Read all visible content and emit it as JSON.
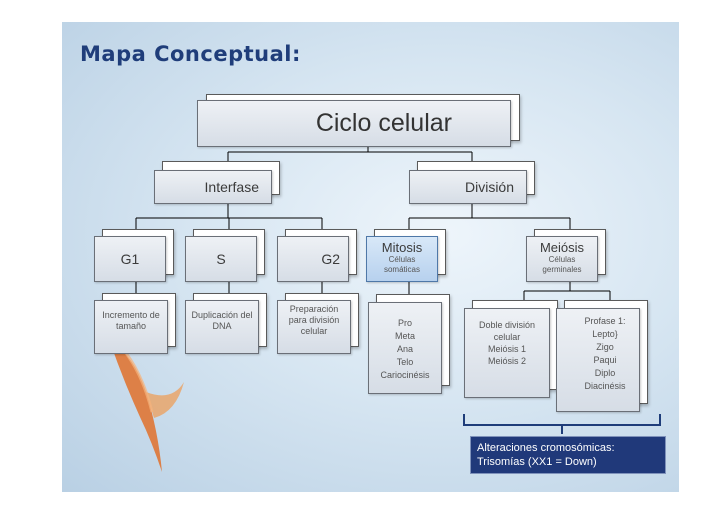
{
  "slide_title": "Mapa Conceptual:",
  "root": {
    "label": "Ciclo celular"
  },
  "interfase": {
    "label": "Interfase",
    "phases": [
      {
        "label": "G1",
        "detail": [
          "Incremento de",
          "tamaño"
        ]
      },
      {
        "label": "S",
        "detail": [
          "Duplicación del",
          "DNA"
        ]
      },
      {
        "label": "G2",
        "detail": [
          "Preparación",
          "para división",
          "celular"
        ]
      }
    ]
  },
  "division": {
    "label": "División",
    "mitosis": {
      "label": "Mitosis",
      "sub": [
        "Células",
        "somáticas"
      ],
      "stages": [
        "Pro",
        "Meta",
        "Ana",
        "Telo",
        "Cariocinésis"
      ]
    },
    "meiosis": {
      "label": "Meiósis",
      "sub": [
        "Células",
        "germinales"
      ],
      "detail": [
        "Doble división",
        "celular",
        "Meiósis 1",
        "Meiósis 2"
      ],
      "prophase": [
        "Profase 1:",
        "Lepto}",
        "Zigo",
        "Paqui",
        "Diplo",
        "Diacinésis"
      ]
    }
  },
  "callout": [
    "Alteraciones cromosómicas:",
    "Trisomías (XX1 = Down)"
  ],
  "colors": {
    "title": "#1f3d7a",
    "callout_bg": "#20397a",
    "bracket": "#1f3d7a",
    "connector": "#000000"
  }
}
